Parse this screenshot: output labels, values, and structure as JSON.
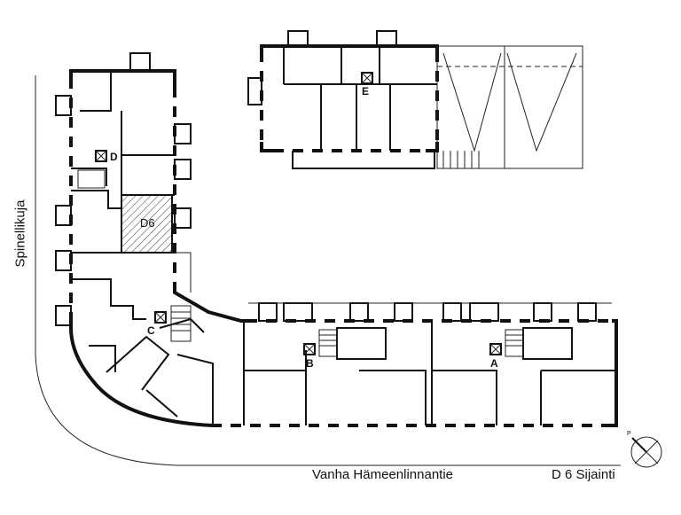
{
  "plan": {
    "streets": {
      "west": "Spinellikuja",
      "south": "Vanha Hämeenlinnantie"
    },
    "caption": "D 6 Sijainti",
    "stair_labels": [
      "D",
      "C",
      "B",
      "A",
      "E"
    ],
    "highlighted_unit": "D6",
    "compass_label": "P",
    "highlight_color": "#333333"
  }
}
